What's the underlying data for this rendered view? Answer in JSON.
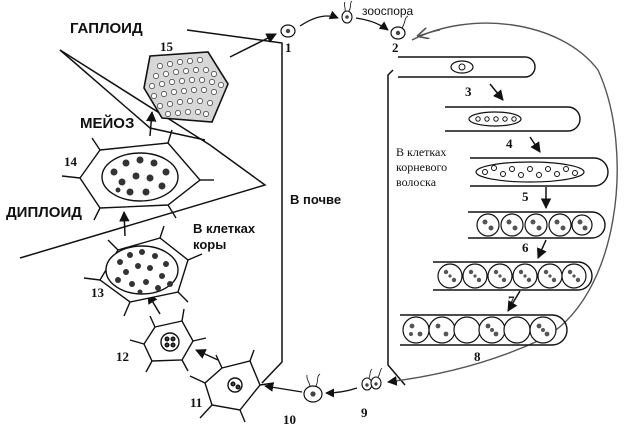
{
  "labels": {
    "haploid": "ГАПЛОИД",
    "meiosis": "МЕЙОЗ",
    "diploid": "ДИПЛОИД",
    "zoospore": "зооспора",
    "in_soil": "В почве",
    "cortex_line1": "В клетках",
    "cortex_line2": "коры",
    "roothair_line1": "В клетках",
    "roothair_line2": "корневого",
    "roothair_line3": "волоска"
  },
  "stages": [
    "1",
    "2",
    "3",
    "4",
    "5",
    "6",
    "7",
    "8",
    "9",
    "10",
    "11",
    "12",
    "13",
    "14",
    "15"
  ]
}
